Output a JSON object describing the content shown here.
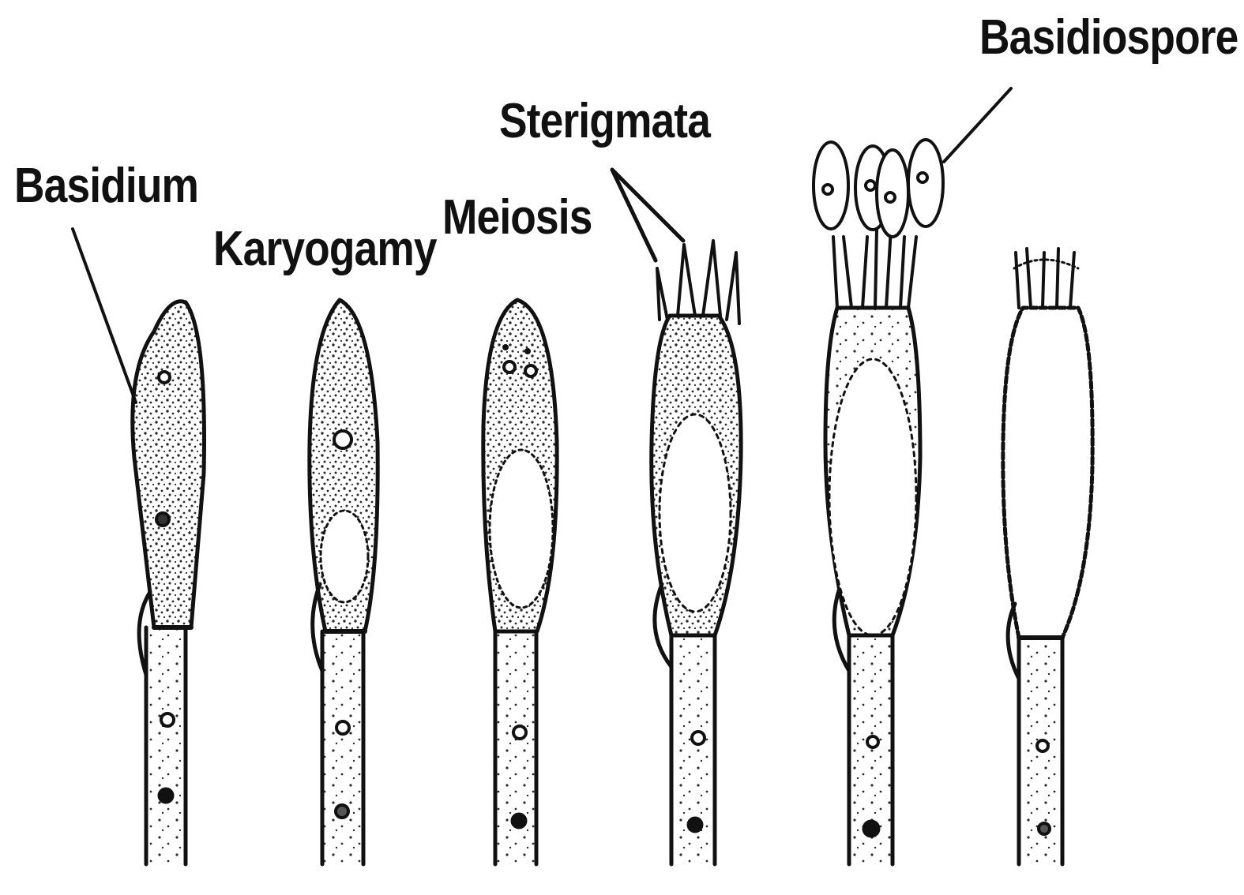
{
  "labels": {
    "basidium": "Basidium",
    "karyogamy": "Karyogamy",
    "meiosis": "Meiosis",
    "sterigmata": "Sterigmata",
    "basidiospore": "Basidiospore"
  },
  "colors": {
    "ink": "#111111",
    "stipple": "#2a2a2a",
    "background": "#ffffff"
  }
}
